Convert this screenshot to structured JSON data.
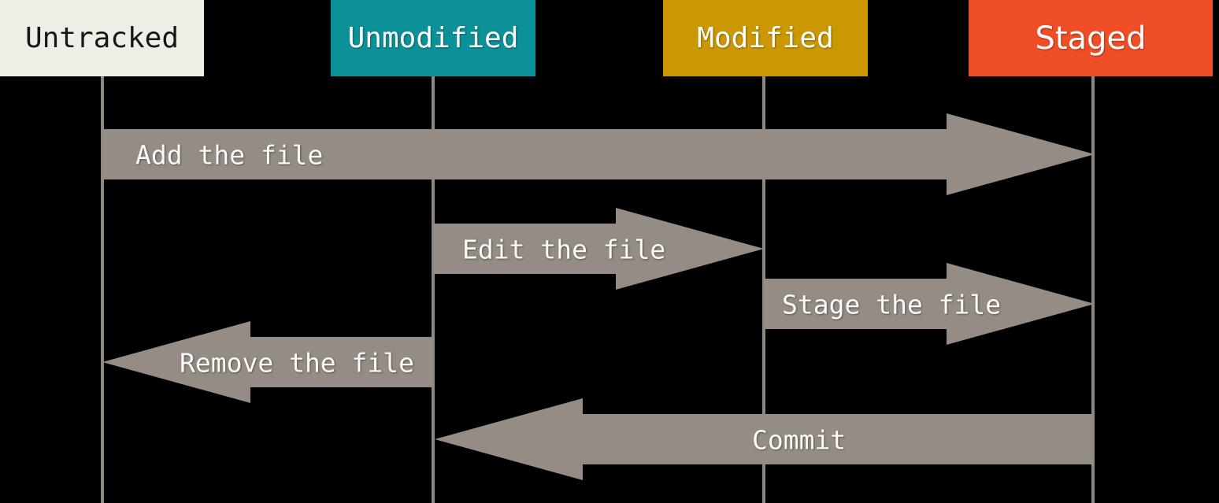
{
  "diagram": {
    "title": "git-file-status-lifecycle",
    "background": "#000000",
    "arrow_color": "#958D85",
    "lifeline_color": "#8C8881",
    "label_text_color": "#FBFBF8",
    "states": [
      {
        "id": "untracked",
        "label": "Untracked",
        "bg": "#EFEEE5",
        "text_color": "#16161D"
      },
      {
        "id": "unmodified",
        "label": "Unmodified",
        "bg": "#0D9199",
        "text_color": "#FFFFFF"
      },
      {
        "id": "modified",
        "label": "Modified",
        "bg": "#CB9803",
        "text_color": "#FFFFFF"
      },
      {
        "id": "staged",
        "label": "Staged",
        "bg": "#F04E27",
        "text_color": "#FFFFFF"
      }
    ],
    "transitions": [
      {
        "label": "Add the file",
        "from": "untracked",
        "to": "staged",
        "direction": "right"
      },
      {
        "label": "Edit the file",
        "from": "unmodified",
        "to": "modified",
        "direction": "right"
      },
      {
        "label": "Stage the file",
        "from": "modified",
        "to": "staged",
        "direction": "right"
      },
      {
        "label": "Remove the file",
        "from": "unmodified",
        "to": "untracked",
        "direction": "left"
      },
      {
        "label": "Commit",
        "from": "staged",
        "to": "unmodified",
        "direction": "left"
      }
    ]
  }
}
